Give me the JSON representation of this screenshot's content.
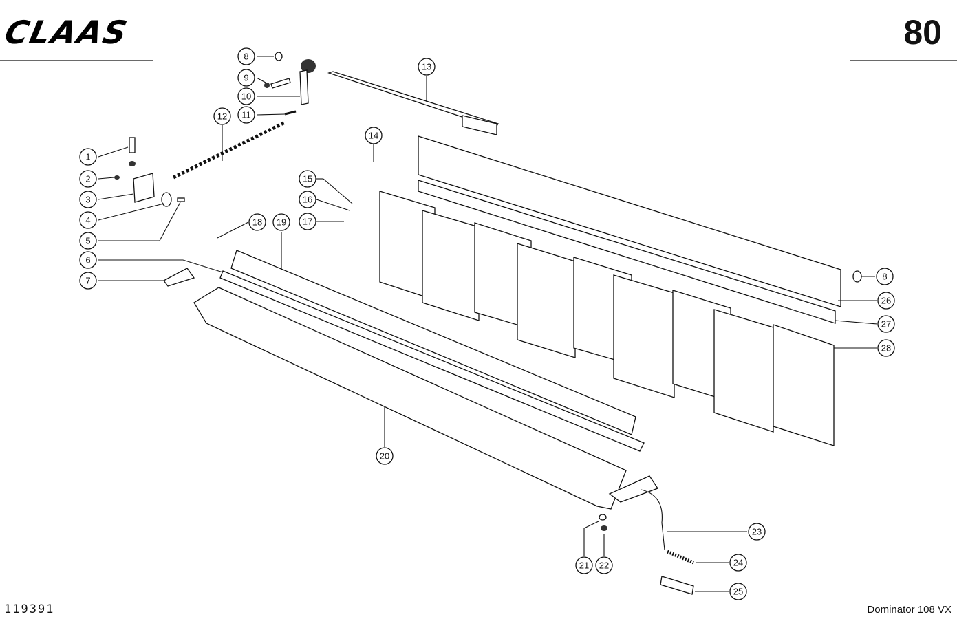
{
  "header": {
    "brand": "CLAAS",
    "page_number": "80"
  },
  "footer": {
    "document_number": "119391",
    "model": "Dominator 108 VX"
  },
  "callouts": [
    "1",
    "2",
    "3",
    "4",
    "5",
    "6",
    "7",
    "8",
    "9",
    "10",
    "11",
    "12",
    "13",
    "14",
    "15",
    "16",
    "17",
    "18",
    "19",
    "20",
    "21",
    "22",
    "23",
    "24",
    "25",
    "26",
    "27",
    "28",
    "8"
  ]
}
